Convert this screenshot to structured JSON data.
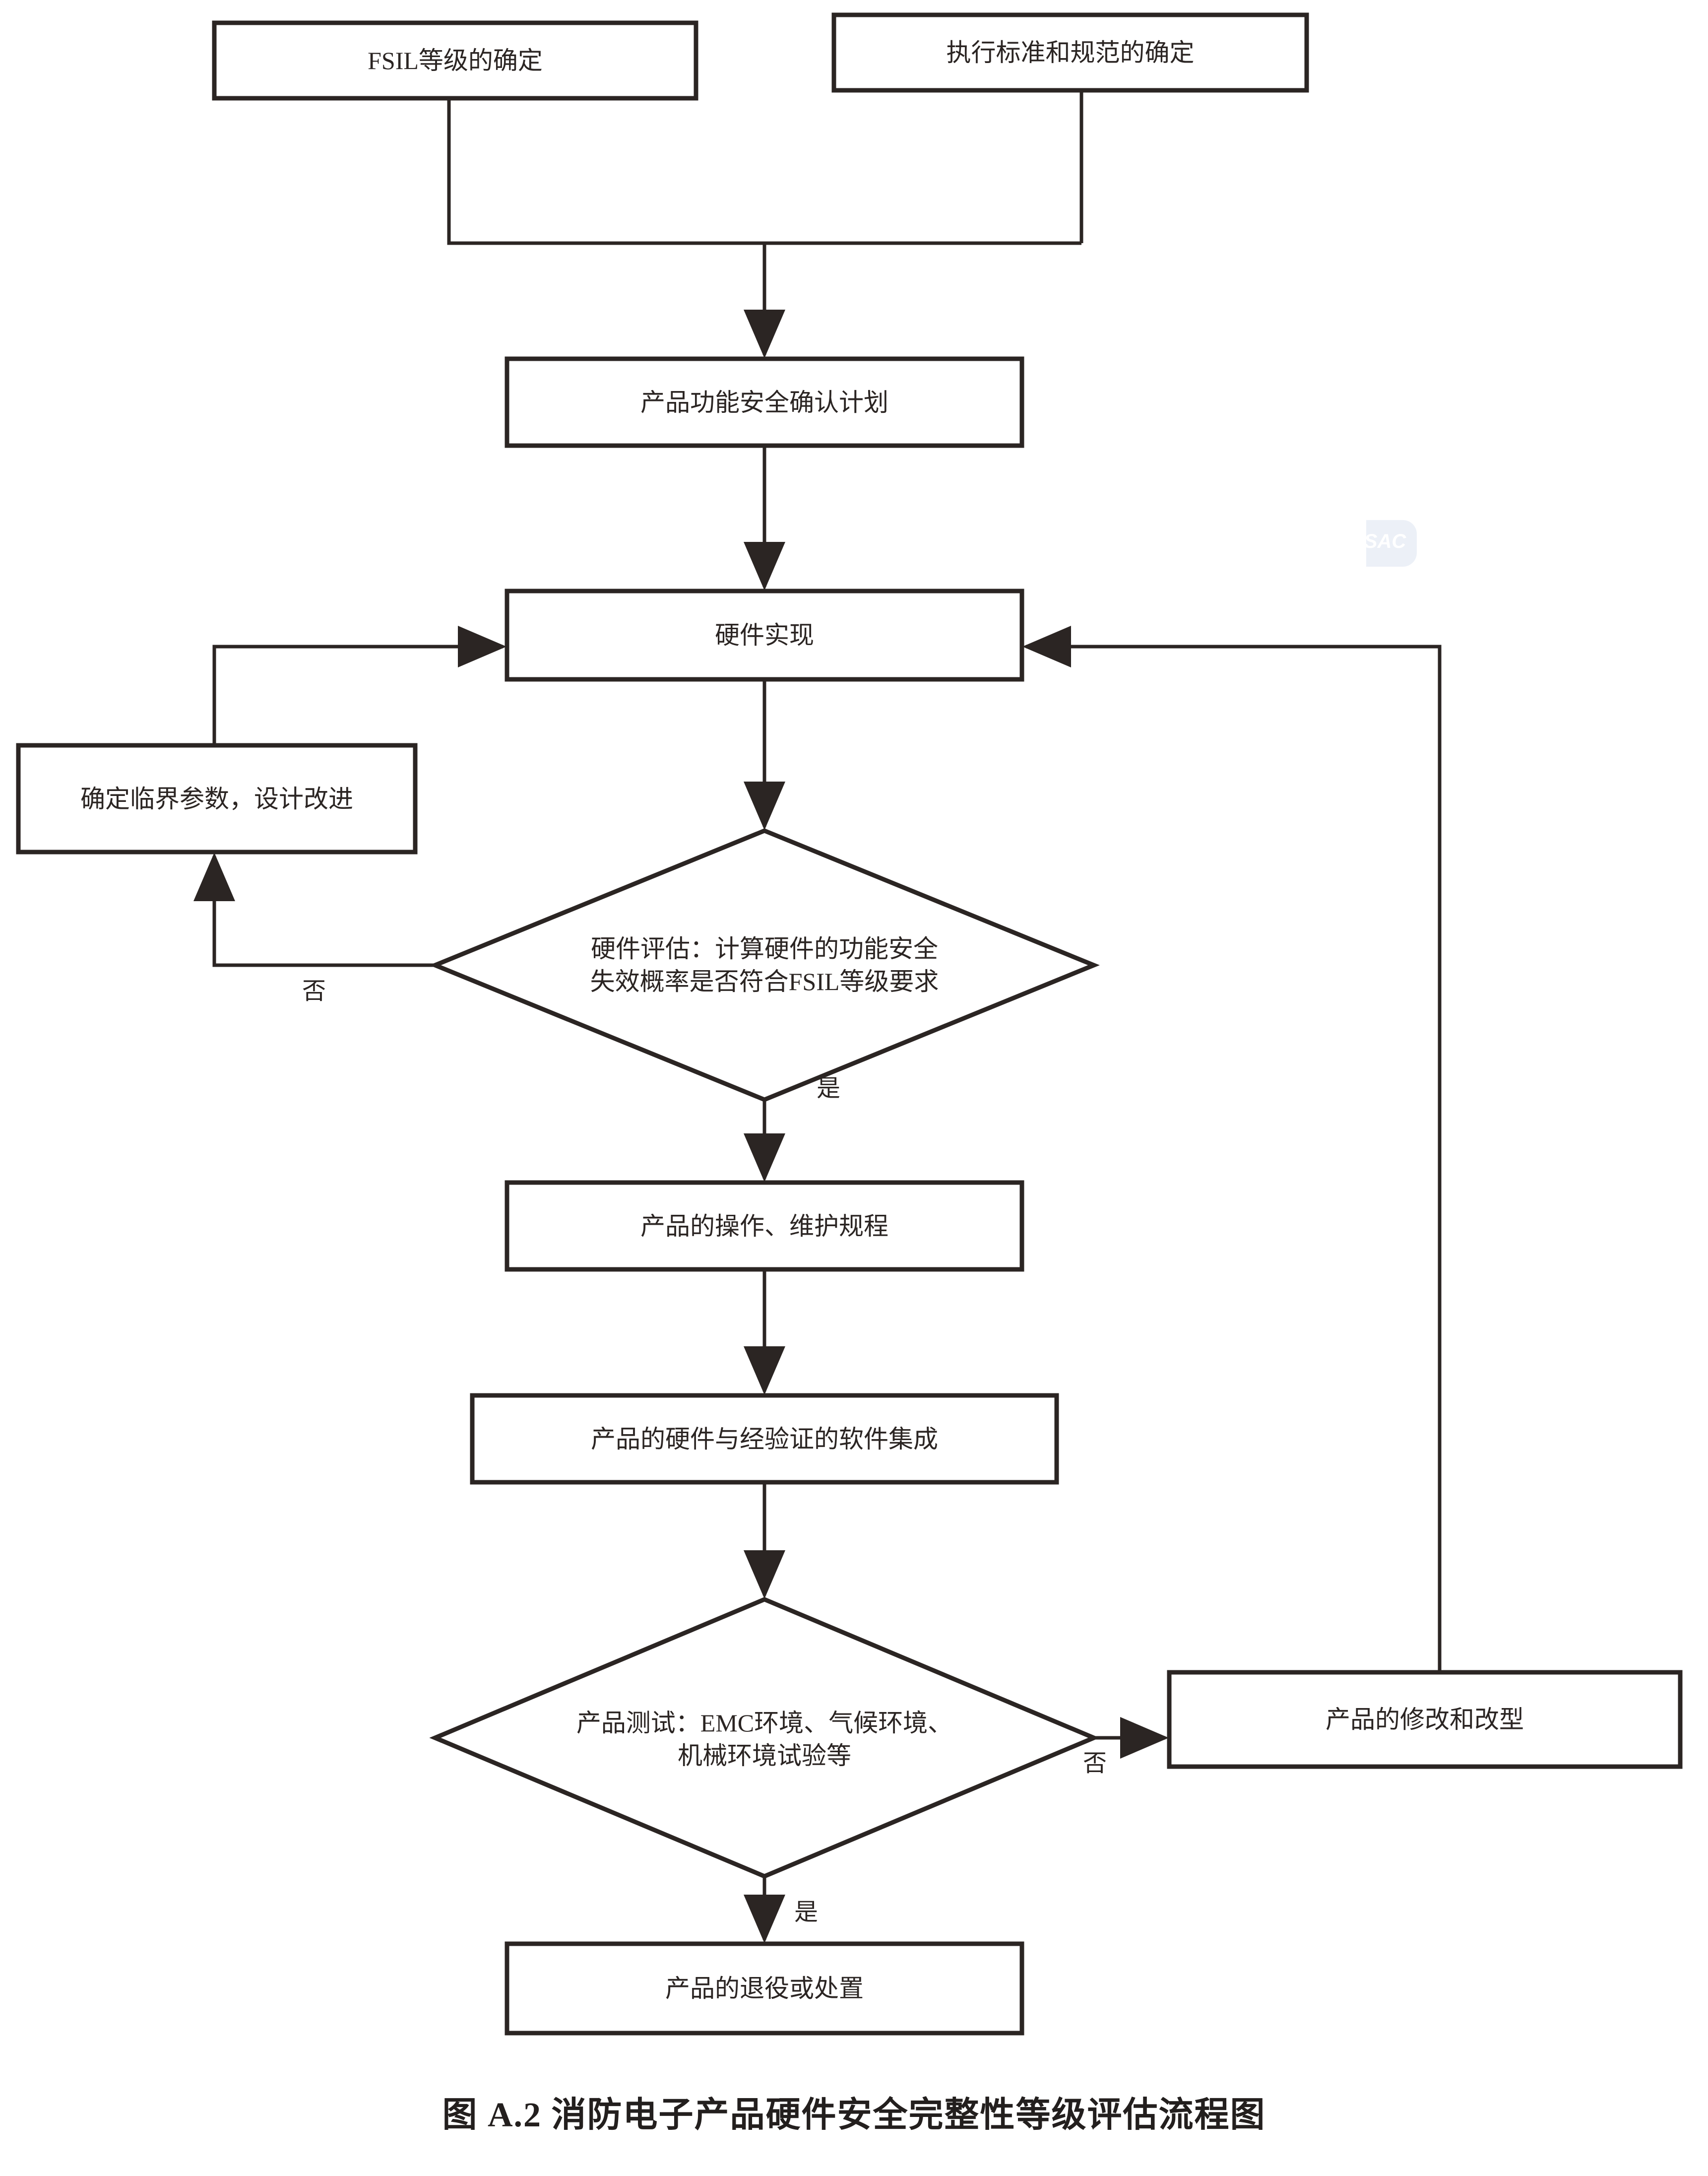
{
  "figure": {
    "caption": "图 A.2   消防电子产品硬件安全完整性等级评估流程图",
    "watermark": "SAC",
    "watermark_color": "#dde5f2",
    "line_color": "#2b2523",
    "background_color": "#ffffff"
  },
  "chart_data": {
    "type": "diagram",
    "title": "图 A.2   消防电子产品硬件安全完整性等级评估流程图",
    "nodes": [
      {
        "id": "n1",
        "shape": "process",
        "label": "FSIL等级的确定"
      },
      {
        "id": "n2",
        "shape": "process",
        "label": "执行标准和规范的确定"
      },
      {
        "id": "n3",
        "shape": "process",
        "label": "产品功能安全确认计划"
      },
      {
        "id": "n4",
        "shape": "process",
        "label": "硬件实现"
      },
      {
        "id": "n5",
        "shape": "process",
        "label": "确定临界参数，设计改进"
      },
      {
        "id": "n6",
        "shape": "decision",
        "label": "硬件评估：计算硬件的功能安全\n失效概率是否符合FSIL等级要求"
      },
      {
        "id": "n7",
        "shape": "process",
        "label": "产品的操作、维护规程"
      },
      {
        "id": "n8",
        "shape": "process",
        "label": "产品的硬件与经验证的软件集成"
      },
      {
        "id": "n9",
        "shape": "decision",
        "label": "产品测试：EMC环境、气候环境、\n机械环境试验等"
      },
      {
        "id": "n10",
        "shape": "process",
        "label": "产品的修改和改型"
      },
      {
        "id": "n11",
        "shape": "process",
        "label": "产品的退役或处置"
      }
    ],
    "edges": [
      {
        "from": "n1",
        "to": "n3",
        "label": ""
      },
      {
        "from": "n2",
        "to": "n3",
        "label": ""
      },
      {
        "from": "n3",
        "to": "n4",
        "label": ""
      },
      {
        "from": "n4",
        "to": "n6",
        "label": ""
      },
      {
        "from": "n6",
        "to": "n5",
        "label": "否"
      },
      {
        "from": "n5",
        "to": "n4",
        "label": ""
      },
      {
        "from": "n6",
        "to": "n7",
        "label": "是"
      },
      {
        "from": "n7",
        "to": "n8",
        "label": ""
      },
      {
        "from": "n8",
        "to": "n9",
        "label": ""
      },
      {
        "from": "n9",
        "to": "n10",
        "label": "否"
      },
      {
        "from": "n10",
        "to": "n4",
        "label": ""
      },
      {
        "from": "n9",
        "to": "n11",
        "label": "是"
      }
    ]
  },
  "nodes": {
    "fsil_level": "FSIL等级的确定",
    "standards": "执行标准和规范的确定",
    "safety_plan": "产品功能安全确认计划",
    "hardware_impl": "硬件实现",
    "critical_params": "确定临界参数，设计改进",
    "hardware_eval": "硬件评估：计算硬件的功能安全\n失效概率是否符合FSIL等级要求",
    "operation_proc": "产品的操作、维护规程",
    "hw_sw_integration": "产品的硬件与经验证的软件集成",
    "product_test": "产品测试：EMC环境、气候环境、\n机械环境试验等",
    "modification": "产品的修改和改型",
    "decommission": "产品的退役或处置"
  },
  "edge_labels": {
    "eval_no": "否",
    "eval_yes": "是",
    "test_no": "否",
    "test_yes": "是"
  }
}
